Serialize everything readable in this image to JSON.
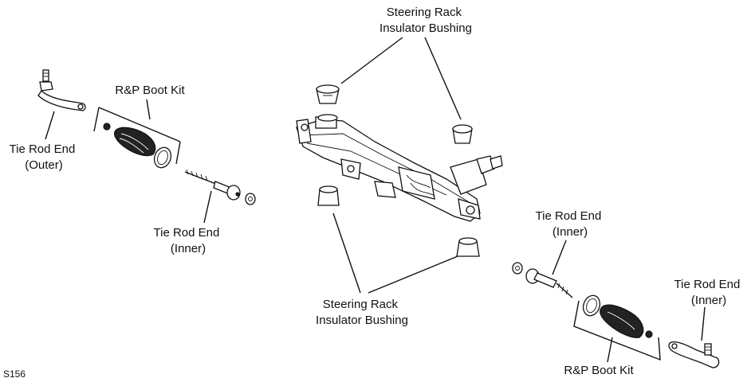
{
  "figure_code": "S156",
  "labels": {
    "bushing_top": [
      "Steering Rack",
      "Insulator Bushing"
    ],
    "bushing_bottom": [
      "Steering Rack",
      "Insulator Bushing"
    ],
    "boot_kit_left": "R&P Boot Kit",
    "boot_kit_right": "R&P Boot Kit",
    "tie_rod_outer_left": [
      "Tie Rod End",
      "(Outer)"
    ],
    "tie_rod_inner_left": [
      "Tie Rod End",
      "(Inner)"
    ],
    "tie_rod_inner_right": [
      "Tie Rod End",
      "(Inner)"
    ],
    "tie_rod_far_right": [
      "Tie Rod End",
      "(Inner)"
    ]
  }
}
